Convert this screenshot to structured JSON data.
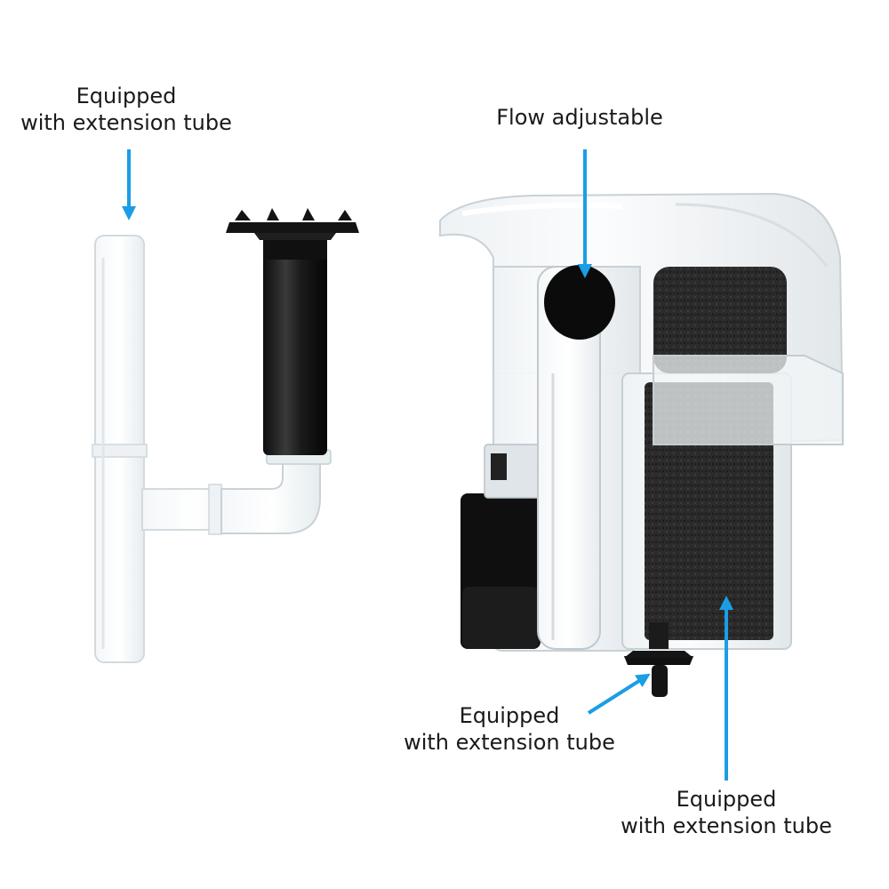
{
  "accent_color": "#1a9ee6",
  "callouts": {
    "extension_tube_left": {
      "line1": "Equipped",
      "line2": "with extension tube"
    },
    "flow": {
      "line1": "Flow adjustable"
    },
    "extension_tube_bottom_middle": {
      "line1": "Equipped",
      "line2": "with extension tube"
    },
    "extension_tube_bottom_right": {
      "line1": "Equipped",
      "line2": "with extension tube"
    }
  }
}
